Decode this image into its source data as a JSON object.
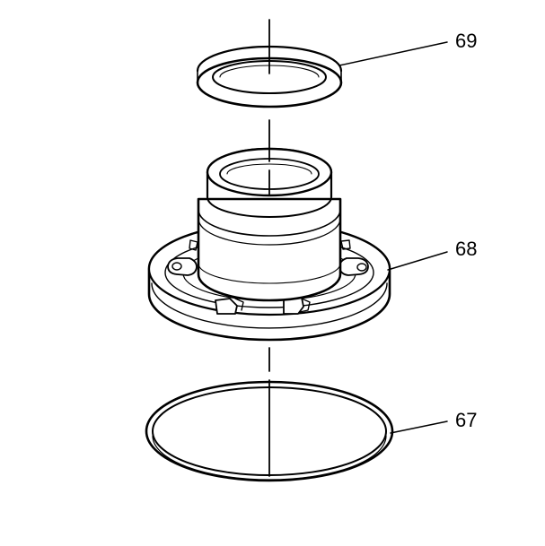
{
  "diagram": {
    "callouts": [
      {
        "label": "69"
      },
      {
        "label": "68"
      },
      {
        "label": "67"
      }
    ]
  }
}
